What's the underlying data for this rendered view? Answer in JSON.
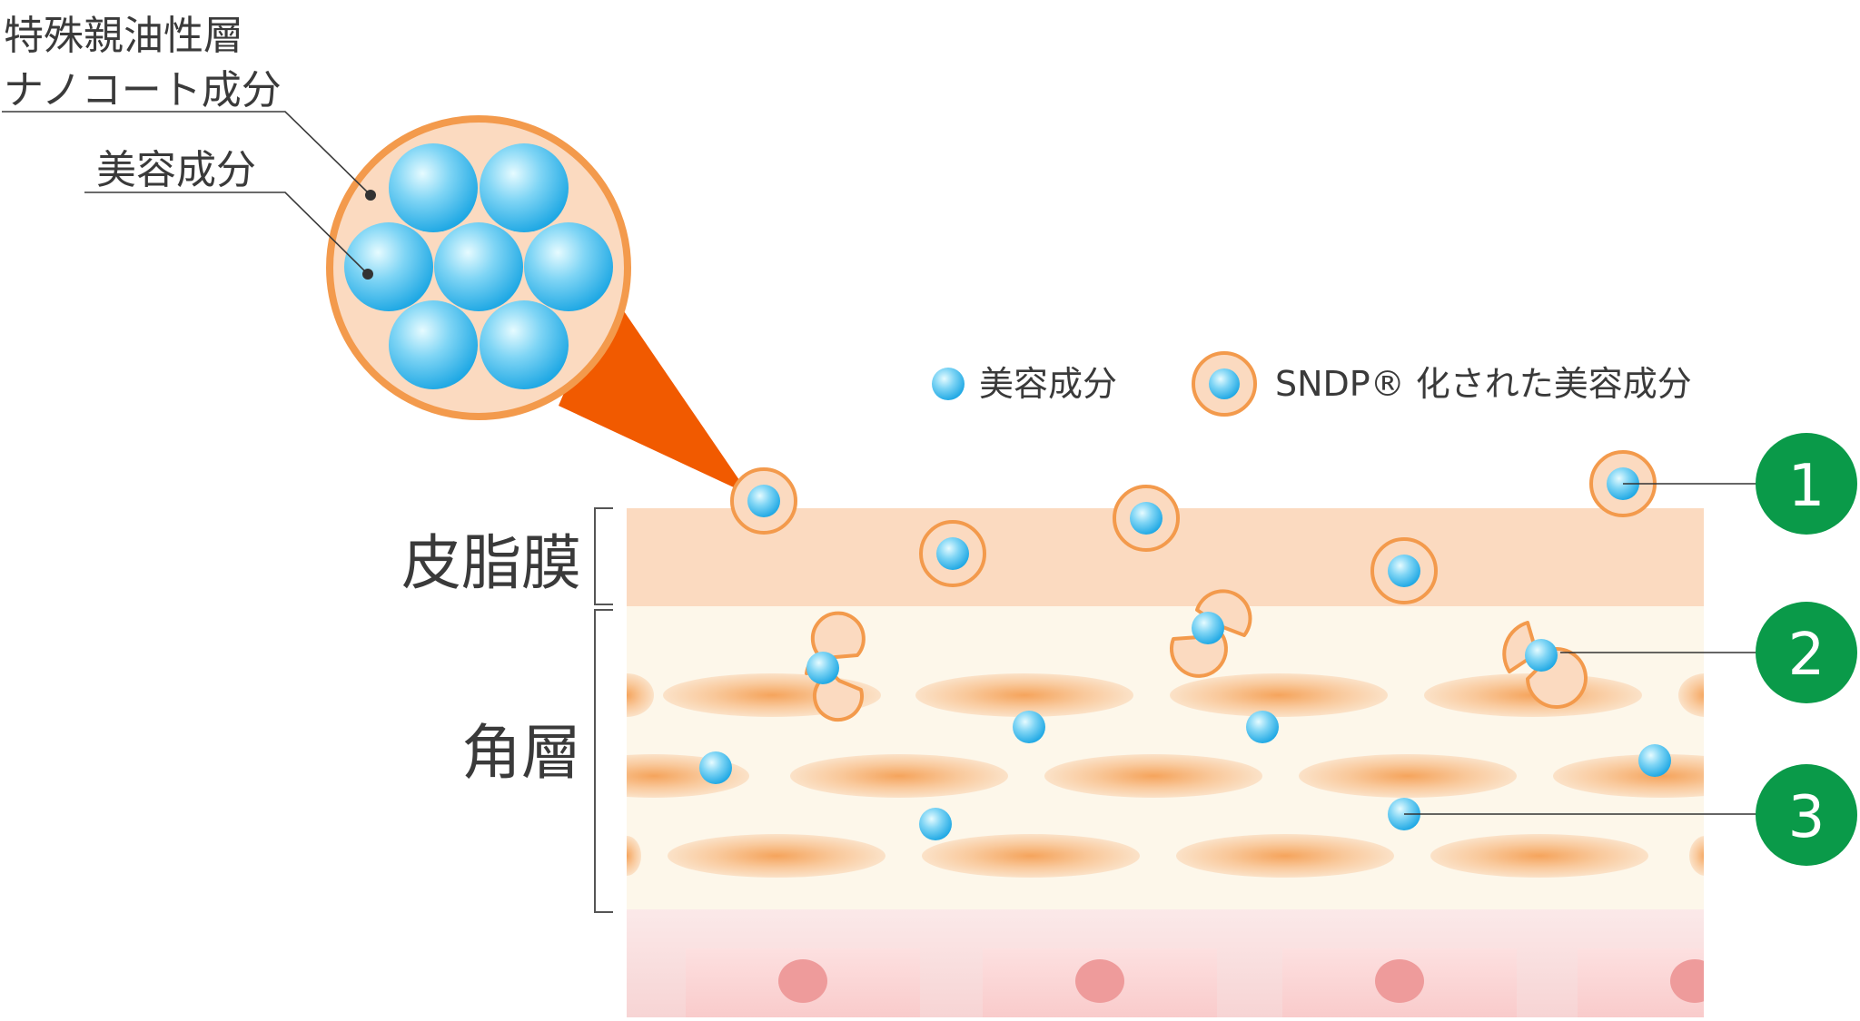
{
  "zoom_callout": {
    "outer_label_line1": "特殊親油性層",
    "outer_label_line2": "ナノコート成分",
    "inner_label": "美容成分"
  },
  "legend": {
    "ingredient_label": "美容成分",
    "sndp_label": "SNDP® 化された美容成分"
  },
  "layers": {
    "sebum_label": "皮脂膜",
    "stratum_label": "角層"
  },
  "markers": [
    "1",
    "2",
    "3"
  ],
  "colors": {
    "orange": "#f39a4c",
    "orange_deep": "#f15a00",
    "peach": "#fbdac0",
    "cream": "#fdf7ea",
    "pink": "#fbe4e4",
    "cell_nucleus": "#ee9b9b",
    "blue_light": "#bdefff",
    "blue": "#29b6ec",
    "green": "#0a9a49",
    "text": "#3a3a3a"
  }
}
